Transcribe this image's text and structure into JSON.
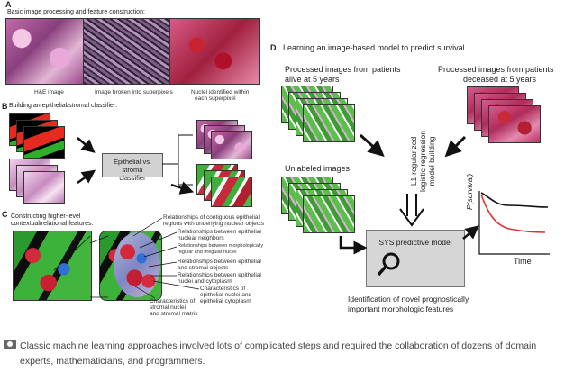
{
  "panels": {
    "a": {
      "letter": "A",
      "title": "Basic image processing and feature construction:",
      "captions": [
        "H&E image",
        "Image broken into superpixels",
        "Nuclei identified within",
        "each superpixel"
      ]
    },
    "b": {
      "letter": "B",
      "title": "Building an epithelial/stromal classifier:",
      "classifier_line1": "Epithelial vs. stroma",
      "classifier_line2": "classifier"
    },
    "c": {
      "letter": "C",
      "title_line1": "Constructing higher-level",
      "title_line2": "contextual/relational features:",
      "features": [
        "Relationships of contiguous epithelial",
        "regions with underlying nuclear objects",
        "Relationships between epithelial",
        "nuclear neighbors",
        "Relationships between morphologically",
        "regular and irregular nuclei",
        "Relationships between epithelial",
        "and stromal objects",
        "Relationships between epithelial",
        "nuclei and cytoplasm",
        "Characteristics of",
        "epithelial nuclei and",
        "epithelial cytoplasm",
        "Characteristics of",
        "stromal nuclei",
        "and stromal matrix"
      ]
    },
    "d": {
      "letter": "D",
      "title": "Learning an image-based model to predict survival",
      "alive_line1": "Processed images from patients",
      "alive_line2": "alive at 5 years",
      "deceased_line1": "Processed images from patients",
      "deceased_line2": "deceased at 5 years",
      "unlabeled": "Unlabeled images",
      "model_v1": "L1-regularized",
      "model_v2": "logistic regression",
      "model_v3": "model building",
      "sys_model": "SYS predictive model",
      "ident_line1": "Identification of novel prognostically",
      "ident_line2": "important morphologic features",
      "y_axis": "P(survival)",
      "x_axis": "Time"
    }
  },
  "caption": "Classic machine learning approaches involved lots of complicated steps and required the collaboration of dozens of domain experts, mathematicians, and programmers.",
  "icons": {
    "caption": "camera-icon"
  }
}
